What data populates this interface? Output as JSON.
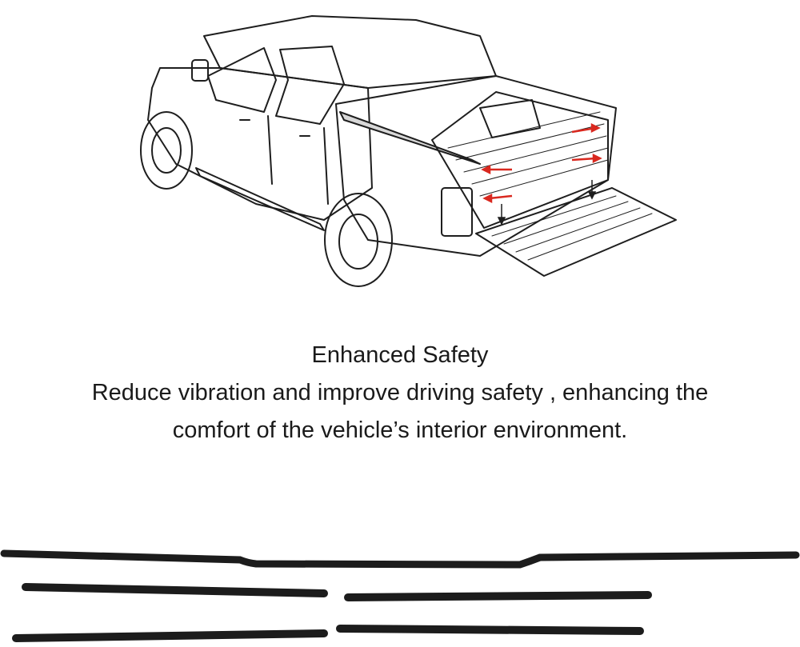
{
  "caption": {
    "title": "Enhanced Safety",
    "line1": "Reduce vibration and improve driving safety , enhancing the",
    "line2": "comfort of the vehicle’s interior environment."
  },
  "illustration": {
    "subject": "pickup-truck-line-drawing",
    "accent_color": "#d9281f",
    "line_color": "#1e1e1e"
  },
  "product": {
    "subject": "black-rubber-seal-strips",
    "strip_color": "#1c1c1c",
    "strip_count": 5
  }
}
